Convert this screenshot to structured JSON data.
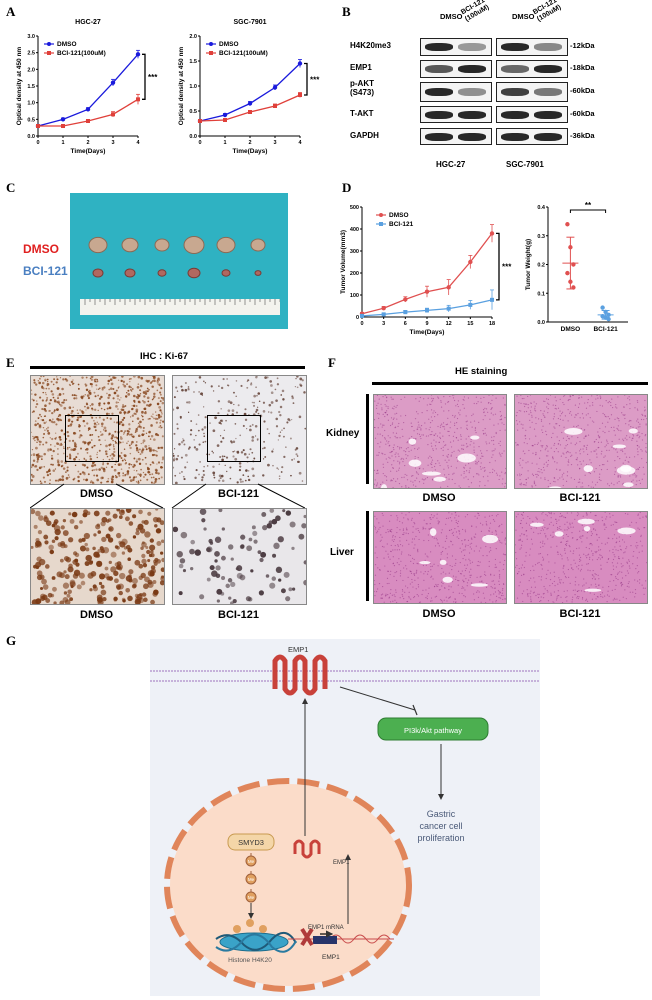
{
  "panels": {
    "A": "A",
    "B": "B",
    "C": "C",
    "D": "D",
    "E": "E",
    "F": "F",
    "G": "G"
  },
  "colors": {
    "dmso_blue": "#1a1adc",
    "bci_red": "#e0403a",
    "d_red": "#e05050",
    "d_blue": "#5aa0e0",
    "dmso_text": "#e02020",
    "bci_text": "#4a7fc1",
    "teal": "#2aa9b9",
    "cell": "#fbdcc9",
    "cell_border": "#e0855a",
    "pathway": "#4caf50",
    "ihc_brown": "#8a4a22",
    "he_pink": "#d98ab8"
  },
  "chart_data": [
    {
      "type": "line",
      "title": "HGC-27",
      "xlabel": "Time(Days)",
      "ylabel": "Optical density at 450 nm",
      "x": [
        0,
        1,
        2,
        3,
        4
      ],
      "xticks": [
        "0",
        "1",
        "2",
        "3",
        "4"
      ],
      "ylim": [
        0,
        3.0
      ],
      "yticks": [
        "0.0",
        "0.5",
        "1.0",
        "1.5",
        "2.0",
        "2.5",
        "3.0"
      ],
      "series": [
        {
          "name": "DMSO",
          "values": [
            0.3,
            0.5,
            0.8,
            1.6,
            2.45
          ],
          "err": [
            0.03,
            0.04,
            0.05,
            0.1,
            0.12
          ]
        },
        {
          "name": "BCI-121(100uM)",
          "values": [
            0.3,
            0.3,
            0.45,
            0.65,
            1.1
          ],
          "err": [
            0.03,
            0.03,
            0.04,
            0.08,
            0.15
          ]
        }
      ],
      "significance": "***"
    },
    {
      "type": "line",
      "title": "SGC-7901",
      "xlabel": "Time(Days)",
      "ylabel": "Optical density at 450 nm",
      "x": [
        0,
        1,
        2,
        3,
        4
      ],
      "xticks": [
        "0",
        "1",
        "2",
        "3",
        "4"
      ],
      "ylim": [
        0,
        2.0
      ],
      "yticks": [
        "0.0",
        "0.5",
        "1.0",
        "1.5",
        "2.0"
      ],
      "series": [
        {
          "name": "DMSO",
          "values": [
            0.3,
            0.42,
            0.65,
            0.97,
            1.45
          ],
          "err": [
            0.02,
            0.03,
            0.04,
            0.05,
            0.08
          ]
        },
        {
          "name": "BCI-121(100uM)",
          "values": [
            0.3,
            0.32,
            0.48,
            0.6,
            0.82
          ],
          "err": [
            0.02,
            0.03,
            0.03,
            0.04,
            0.05
          ]
        }
      ],
      "significance": "***"
    },
    {
      "type": "line",
      "xlabel": "Time(Days)",
      "ylabel": "Tumor Volume(mm3)",
      "x": [
        0,
        3,
        6,
        9,
        12,
        15,
        18
      ],
      "xticks": [
        "0",
        "3",
        "6",
        "9",
        "12",
        "15",
        "18"
      ],
      "ylim": [
        0,
        500
      ],
      "yticks": [
        "0",
        "100",
        "200",
        "300",
        "400",
        "500"
      ],
      "series": [
        {
          "name": "DMSO",
          "values": [
            15,
            40,
            80,
            115,
            135,
            250,
            380
          ],
          "err": [
            5,
            8,
            12,
            25,
            35,
            30,
            40
          ]
        },
        {
          "name": "BCI-121",
          "values": [
            5,
            12,
            22,
            30,
            38,
            55,
            78
          ],
          "err": [
            3,
            5,
            8,
            10,
            15,
            20,
            45
          ]
        }
      ],
      "significance": "***"
    },
    {
      "type": "scatter",
      "ylabel": "Tumor Weight(g)",
      "categories": [
        "DMSO",
        "BCI-121"
      ],
      "ylim": [
        0,
        0.4
      ],
      "yticks": [
        "0.0",
        "0.1",
        "0.2",
        "0.3",
        "0.4"
      ],
      "points": [
        [
          0.34,
          0.26,
          0.2,
          0.17,
          0.14,
          0.12
        ],
        [
          0.05,
          0.035,
          0.025,
          0.02,
          0.015,
          0.01
        ]
      ],
      "mean": [
        0.205,
        0.025
      ],
      "sd": [
        0.09,
        0.015
      ],
      "significance": "**"
    }
  ],
  "blot": {
    "rows": [
      "H4K20me3",
      "EMP1",
      "p-AKT\n(S473)",
      "T-AKT",
      "GAPDH"
    ],
    "kda": [
      "-12kDa",
      "-18kDa",
      "-60kDa",
      "-60kDa",
      "-36kDa"
    ],
    "col_dmso": "DMSO",
    "col_bci": "BCI-121\n(100uM)",
    "cells": [
      "HGC-27",
      "SGC-7901"
    ]
  },
  "tumor": {
    "dmso": "DMSO",
    "bci": "BCI-121"
  },
  "ihc": {
    "title": "IHC : Ki-67",
    "dmso": "DMSO",
    "bci": "BCI-121"
  },
  "he": {
    "title": "HE staining",
    "kidney": "Kidney",
    "liver": "Liver",
    "dmso": "DMSO",
    "bci": "BCI-121"
  },
  "schematic": {
    "emp1_top": "EMP1",
    "pathway": "PI3k/Akt pathway",
    "outcome": "Gastric\ncancer cell\nproliferation",
    "smyd3": "SMYD3",
    "me": "Me",
    "emp1_mid": "EMP1",
    "mrna": "EMP1 mRNA",
    "histone": "Histone H4K20",
    "gene": "EMP1"
  }
}
